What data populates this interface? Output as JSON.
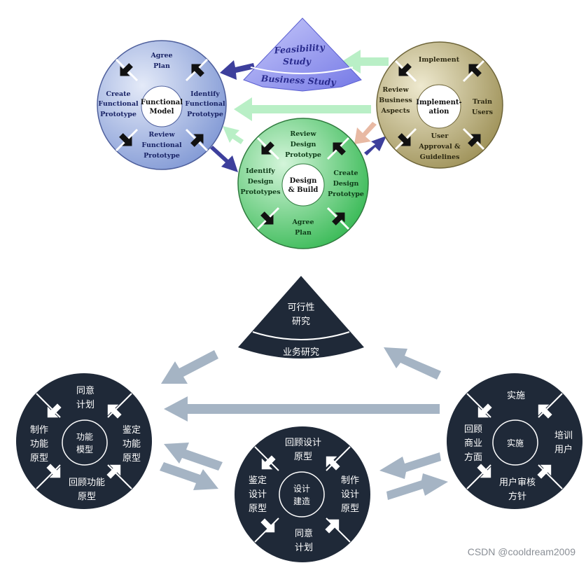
{
  "colors": {
    "functional": "#8fa6dc",
    "functional_light": "#dbe3f6",
    "design": "#49c463",
    "design_light": "#c6f0cd",
    "implementation": "#a89c62",
    "implementation_light": "#e6e0bf",
    "pyramid": "#8f93ee",
    "arrow_blue": "#3d3f9c",
    "arrow_green": "#b9efc6",
    "arrow_peach": "#e8b9a3",
    "dark": "#1f2938",
    "grey_arrow": "#a5b4c4"
  },
  "top": {
    "pyramid": {
      "line1": "Feasibility",
      "line2": "Study",
      "base": "Business Study"
    },
    "functional": {
      "center1": "Functional",
      "center2": "Model",
      "top1": "Agree",
      "top2": "Plan",
      "right1": "Identify",
      "right2": "Functional",
      "right3": "Prototype",
      "bottom1": "Review",
      "bottom2": "Functional",
      "bottom3": "Prototype",
      "left1": "Create",
      "left2": "Functional",
      "left3": "Prototype"
    },
    "design": {
      "center1": "Design",
      "center2": "& Build",
      "top1": "Review",
      "top2": "Design",
      "top3": "Prototype",
      "right1": "Create",
      "right2": "Design",
      "right3": "Prototype",
      "bottom1": "Agree",
      "bottom2": "Plan",
      "left1": "Identify",
      "left2": "Design",
      "left3": "Prototypes"
    },
    "implementation": {
      "center1": "Implement-",
      "center2": "ation",
      "top1": "Implement",
      "right1": "Train",
      "right2": "Users",
      "bottom1": "User",
      "bottom2": "Approval &",
      "bottom3": "Guidelines",
      "left1": "Review",
      "left2": "Business",
      "left3": "Aspects"
    }
  },
  "bottom": {
    "pyramid": {
      "line1": "可行性",
      "line2": "研究",
      "base": "业务研究"
    },
    "functional": {
      "center1": "功能",
      "center2": "模型",
      "top1": "同意",
      "top2": "计划",
      "right1": "鉴定",
      "right2": "功能",
      "right3": "原型",
      "bottom1": "回顾功能",
      "bottom2": "原型",
      "left1": "制作",
      "left2": "功能",
      "left3": "原型"
    },
    "design": {
      "center1": "设计",
      "center2": "建造",
      "top1": "回顾设计",
      "top2": "原型",
      "right1": "制作",
      "right2": "设计",
      "right3": "原型",
      "bottom1": "同意",
      "bottom2": "计划",
      "left1": "鉴定",
      "left2": "设计",
      "left3": "原型"
    },
    "implementation": {
      "center1": "实施",
      "top1": "实施",
      "right1": "培训",
      "right2": "用户",
      "bottom1": "用户审核",
      "bottom2": "方针",
      "left1": "回顾",
      "left2": "商业",
      "left3": "方面"
    }
  },
  "watermark": "CSDN @cooldream2009"
}
